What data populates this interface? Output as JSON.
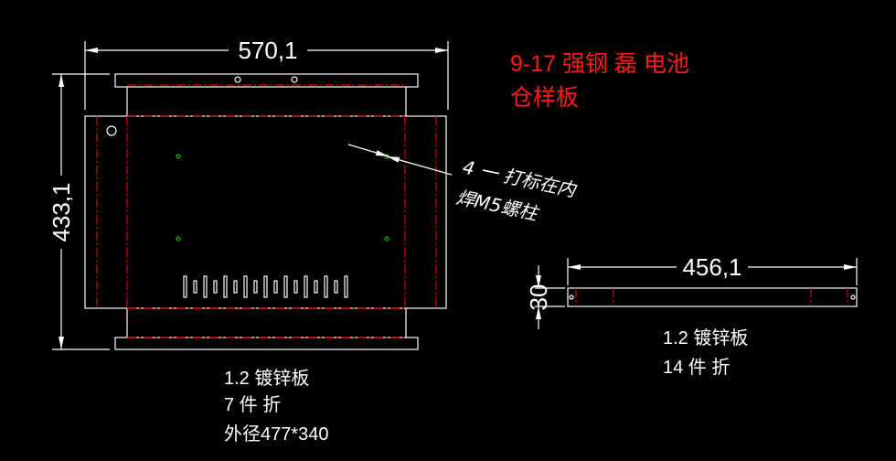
{
  "title": {
    "line1": "9-17 强钢  磊  电池",
    "line2": "仓样板"
  },
  "main_part": {
    "width_dim": "570,1",
    "height_dim": "433,1",
    "notes": [
      "1.2 镀锌板",
      "7 件 折",
      "外径477*340"
    ],
    "leader_note": {
      "line1": "4 一 打标在内",
      "line2": "焊M5螺柱"
    }
  },
  "side_part": {
    "width_dim": "456,1",
    "height_dim": "30",
    "notes": [
      "1.2 镀锌板",
      "14 件 折"
    ]
  },
  "colors": {
    "background": "#000000",
    "outline": "#ffffff",
    "bend_line": "#e00000",
    "stud": "#00e000",
    "title": "#ff1a1a"
  }
}
